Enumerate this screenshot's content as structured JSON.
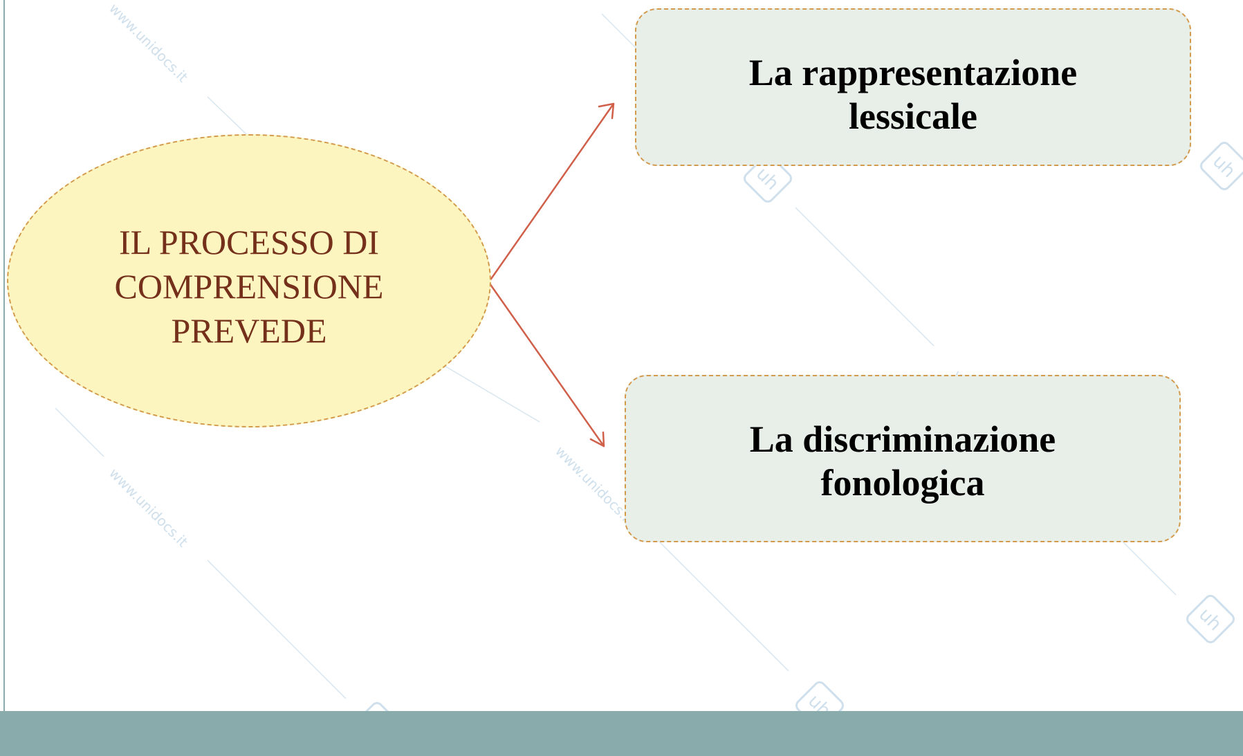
{
  "diagram": {
    "central_node": {
      "text": "IL PROCESSO DI COMPRENSIONE PREVEDE"
    },
    "branches": [
      {
        "text": "La rappresentazione lessicale"
      },
      {
        "text": "La discriminazione fonologica"
      }
    ]
  },
  "watermark": {
    "text": "www.unidocs.it",
    "logo_icon": "unidocs-logo-icon"
  },
  "colors": {
    "ellipse_fill": "#fdf5c0",
    "node_border": "#d39a4c",
    "central_text": "#74301a",
    "box_fill": "#e8eee8",
    "arrow": "#d0604a",
    "footer_band": "#8aabac"
  }
}
